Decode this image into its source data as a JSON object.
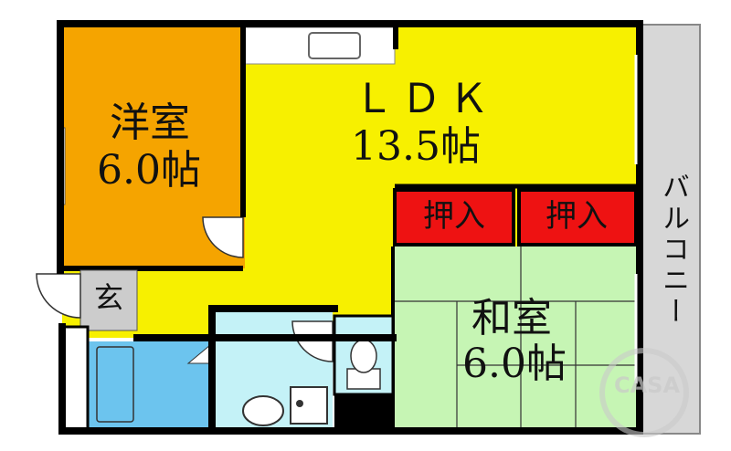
{
  "rooms": {
    "western": {
      "name": "洋室",
      "size": "6.0帖"
    },
    "ldk": {
      "name": "ＬＤＫ",
      "size": "13.5帖"
    },
    "japanese": {
      "name": "和室",
      "size": "6.0帖"
    },
    "closet_left": {
      "name": "押入"
    },
    "closet_right": {
      "name": "押入"
    },
    "entrance": {
      "name": "玄"
    },
    "balcony": {
      "name": "バルコニー"
    }
  },
  "watermark": "CASA",
  "colors": {
    "western": "#f5a400",
    "ldk": "#f7f000",
    "japanese": "#c6f5b4",
    "closet": "#ee1212",
    "bath": "#6cc4ee",
    "washroom": "#c4f2f7",
    "toilet": "#c4f2f7",
    "entrance": "#cccccc",
    "balcony": "#d7d7d7",
    "wall": "#000000"
  }
}
